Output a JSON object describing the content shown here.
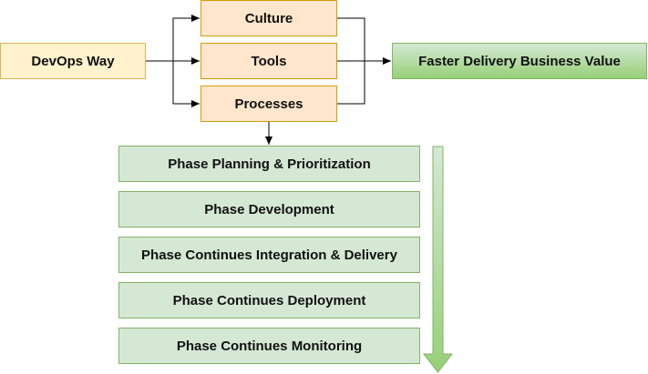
{
  "source": {
    "label": "DevOps Way"
  },
  "pillars": [
    {
      "label": "Culture"
    },
    {
      "label": "Tools"
    },
    {
      "label": "Processes"
    }
  ],
  "target": {
    "label": "Faster Delivery Business Value"
  },
  "phases": [
    {
      "label": "Phase Planning & Prioritization"
    },
    {
      "label": "Phase Development"
    },
    {
      "label": "Phase Continues Integration & Delivery"
    },
    {
      "label": "Phase Continues Deployment"
    },
    {
      "label": "Phase Continues Monitoring"
    }
  ],
  "colors": {
    "source_fill": "#fff2cc",
    "pillar_fill": "#ffe6cc",
    "target_fill": "#97d077",
    "phase_fill": "#d5e8d4"
  }
}
